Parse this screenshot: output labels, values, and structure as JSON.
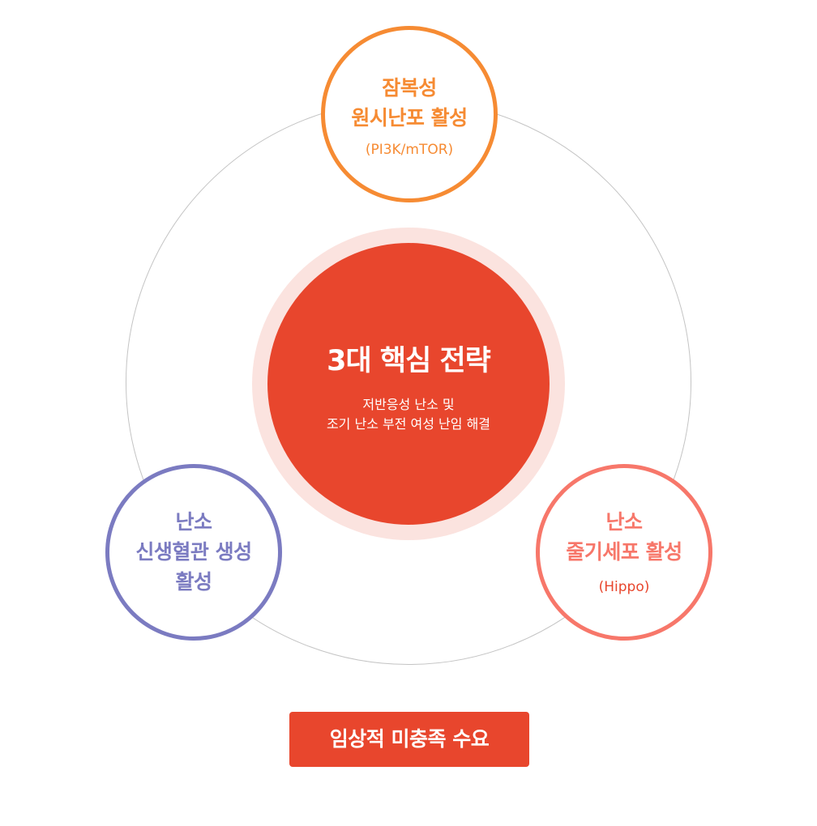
{
  "center": {
    "title": "3대 핵심 전략",
    "subtitle_lines": [
      "저반응성 난소 및",
      "조기 난소 부전 여성 난임 해결"
    ]
  },
  "nodes": {
    "top": {
      "title_lines": [
        "잠복성",
        "원시난포 활성"
      ],
      "subtitle": "(PI3K/mTOR)"
    },
    "left": {
      "title_lines": [
        "난소",
        "신생혈관 생성",
        "활성"
      ]
    },
    "right": {
      "title_lines": [
        "난소",
        "줄기세포 활성"
      ],
      "subtitle": "(Hippo)"
    }
  },
  "footer": {
    "label": "임상적 미충족 수요"
  },
  "colors": {
    "core": "#e8462d",
    "top_node": "#f68b33",
    "left_node": "#7b7bc1",
    "right_node": "#f7776a",
    "ring": "#c4c4c4"
  }
}
